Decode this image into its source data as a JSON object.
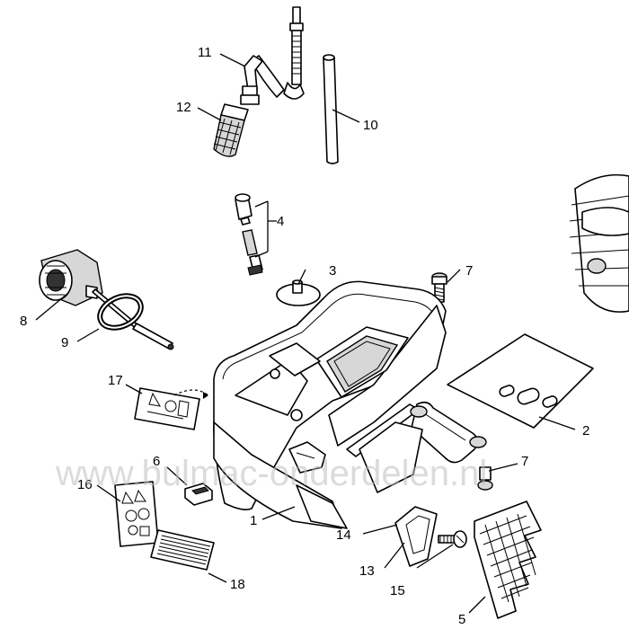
{
  "watermark": "www.bulmac-onderdelen.nl",
  "callouts": [
    {
      "id": "c11",
      "text": "11"
    },
    {
      "id": "c12",
      "text": "12"
    },
    {
      "id": "c10",
      "text": "10"
    },
    {
      "id": "c4",
      "text": "4"
    },
    {
      "id": "c3",
      "text": "3"
    },
    {
      "id": "c7a",
      "text": "7"
    },
    {
      "id": "c8",
      "text": "8"
    },
    {
      "id": "c9",
      "text": "9"
    },
    {
      "id": "c17",
      "text": "17"
    },
    {
      "id": "c2",
      "text": "2"
    },
    {
      "id": "c6",
      "text": "6"
    },
    {
      "id": "c7b",
      "text": "7"
    },
    {
      "id": "c16",
      "text": "16"
    },
    {
      "id": "c1",
      "text": "1"
    },
    {
      "id": "c14",
      "text": "14"
    },
    {
      "id": "c13",
      "text": "13"
    },
    {
      "id": "c15",
      "text": "15"
    },
    {
      "id": "c18",
      "text": "18"
    },
    {
      "id": "c5",
      "text": "5"
    }
  ]
}
